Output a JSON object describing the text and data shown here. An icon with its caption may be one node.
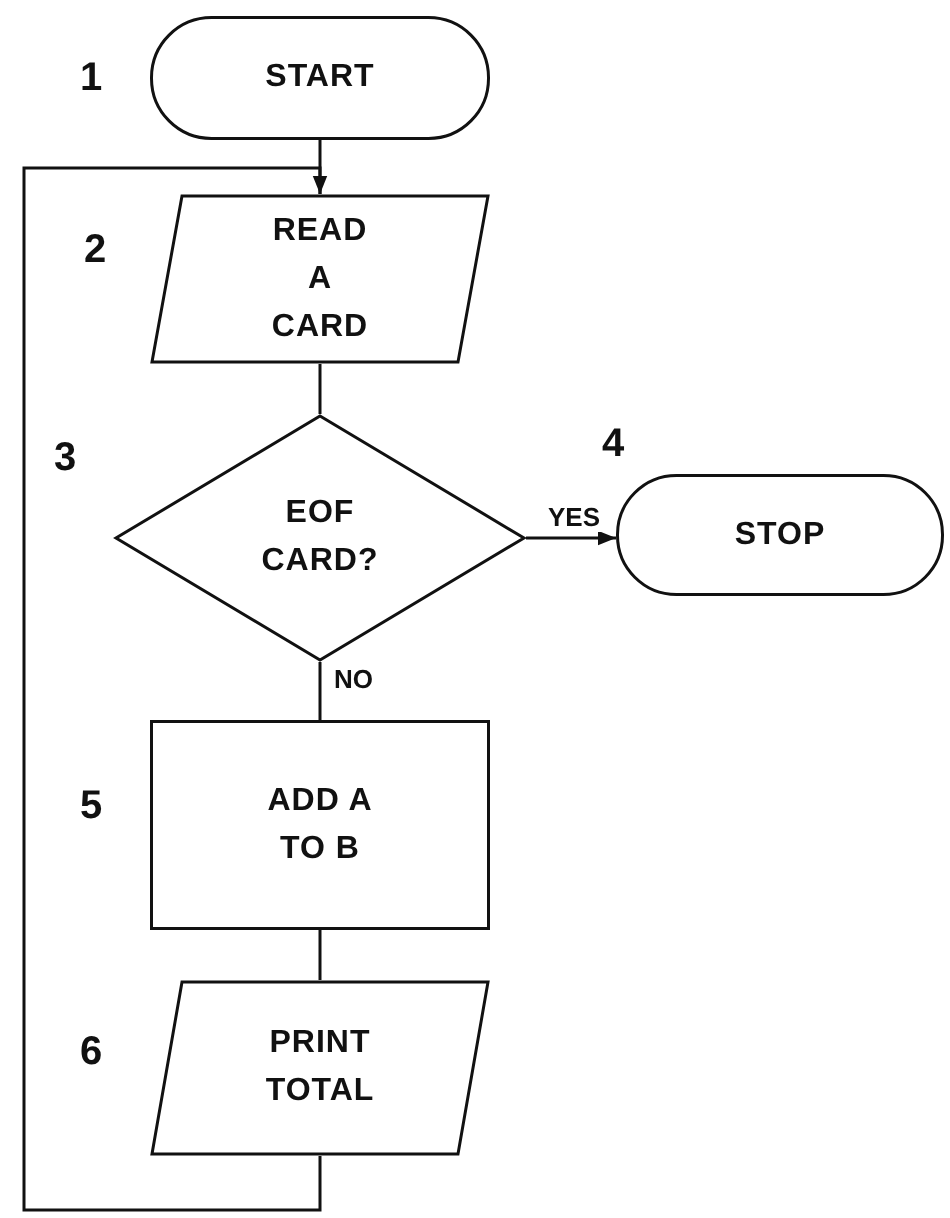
{
  "diagram": {
    "nodes": [
      {
        "text": [
          "START"
        ],
        "beside": [
          "1"
        ]
      },
      {
        "text": [
          "READ A CARD"
        ],
        "beside": [
          "2"
        ]
      },
      {
        "text": [
          "EOF CARD?"
        ],
        "beside": [
          "3"
        ]
      },
      {
        "text": [
          "STOP"
        ],
        "beside": [
          "4"
        ]
      },
      {
        "text": [
          "ADD A TO B"
        ],
        "beside": [
          "5"
        ]
      },
      {
        "text": [
          "PRINT TOTAL"
        ],
        "beside": [
          "6"
        ]
      }
    ],
    "edges": [
      {
        "from": 0,
        "to": 1,
        "arrow": "none"
      },
      {
        "from": 1,
        "to": 2,
        "arrow": "none"
      },
      {
        "from": 2,
        "to": 3,
        "arrow": "to",
        "label": "YES"
      },
      {
        "from": 2,
        "to": 4,
        "arrow": "none",
        "label": "NO"
      },
      {
        "from": 4,
        "to": 5,
        "arrow": "none"
      },
      {
        "from": 5,
        "to": 1,
        "arrow": "to"
      }
    ]
  }
}
